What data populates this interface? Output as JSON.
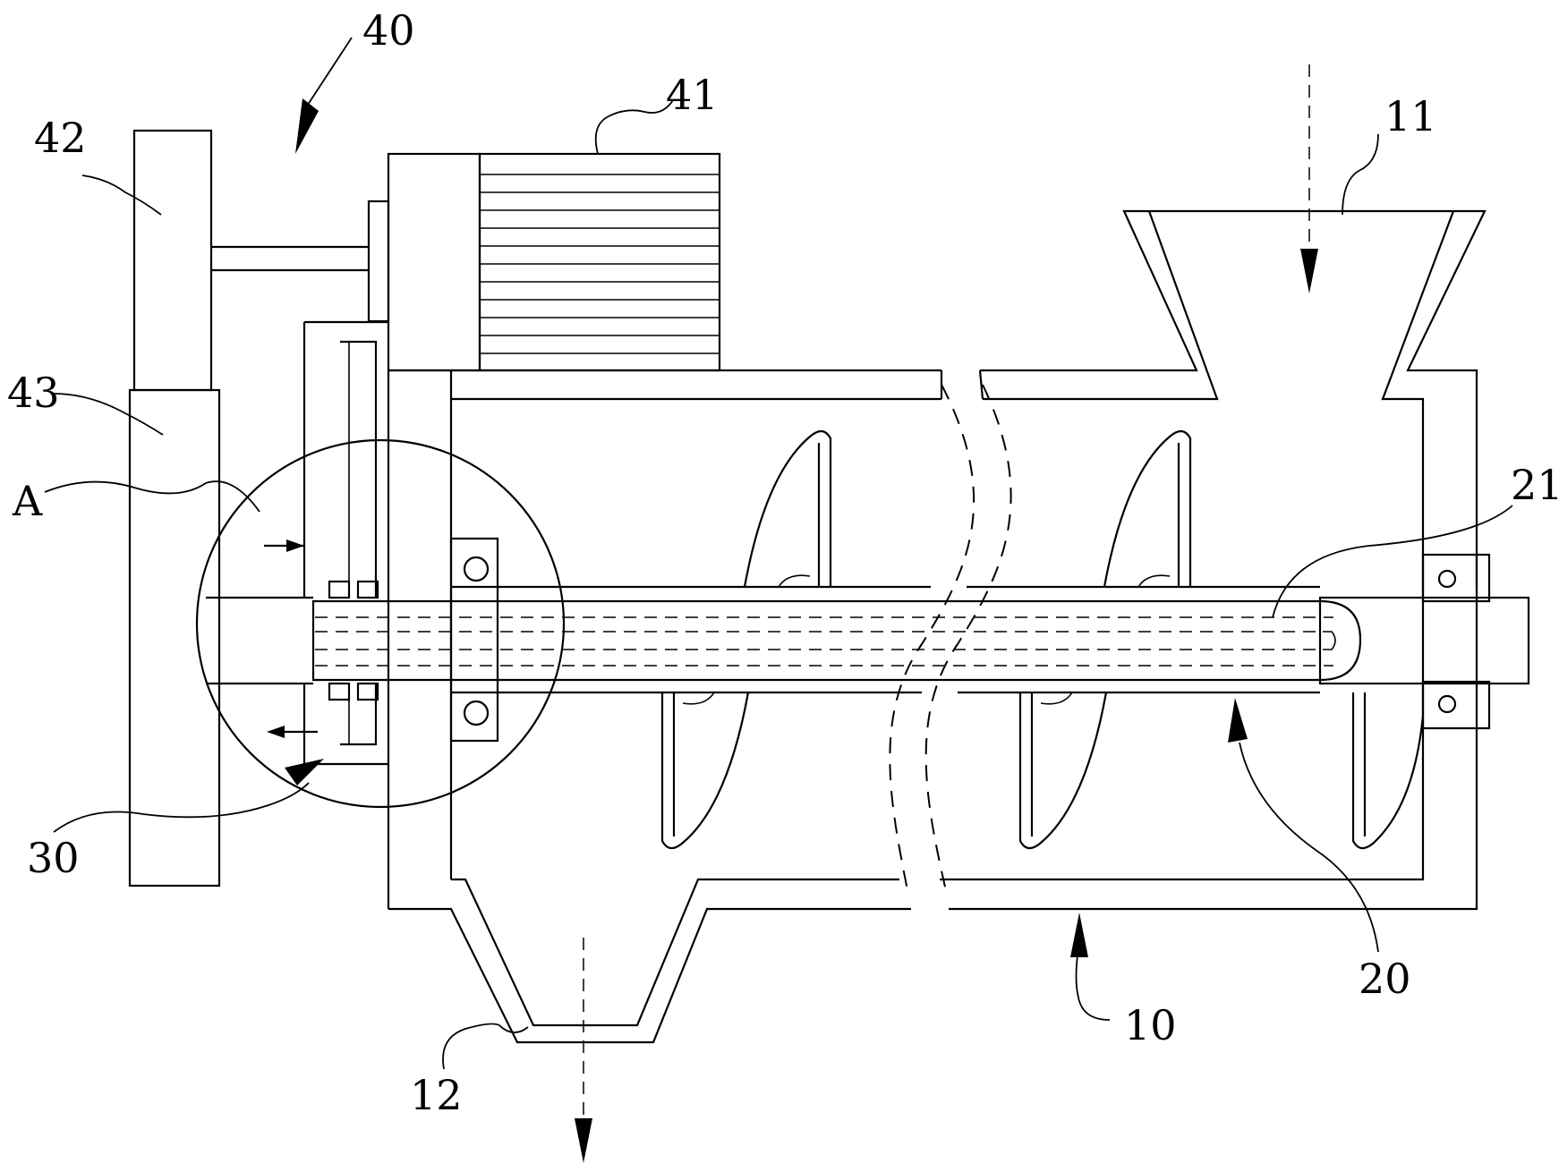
{
  "labels": {
    "l40": "40",
    "l41": "41",
    "l42": "42",
    "l43": "43",
    "lA": "A",
    "l30": "30",
    "l11": "11",
    "l21": "21",
    "l20": "20",
    "l10": "10",
    "l12": "12"
  }
}
